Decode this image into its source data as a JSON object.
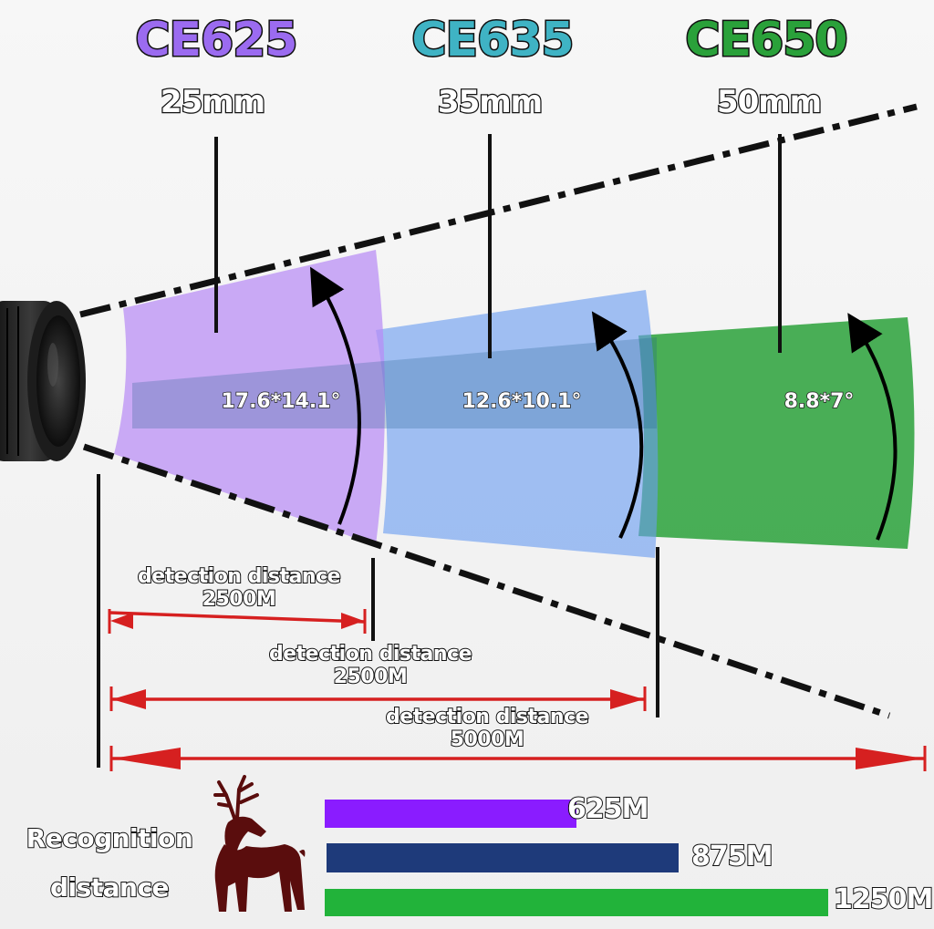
{
  "models": [
    {
      "name": "CE625",
      "focal": "25mm",
      "fov": "17.6*14.1°",
      "color": "#9b6bf0"
    },
    {
      "name": "CE635",
      "focal": "35mm",
      "fov": "12.6*10.1°",
      "color": "#3fb3c4"
    },
    {
      "name": "CE650",
      "focal": "50mm",
      "fov": "8.8*7°",
      "color": "#2aa13a"
    }
  ],
  "detection": [
    {
      "label": "detection distance",
      "value": "2500M"
    },
    {
      "label": "detection distance",
      "value": "2500M"
    },
    {
      "label": "detection distance",
      "value": "5000M"
    }
  ],
  "recognition": {
    "label_line1": "Recognition",
    "label_line2": "distance",
    "bars": [
      {
        "value": "625M",
        "meters": 625,
        "color": "#8a1cff"
      },
      {
        "value": "875M",
        "meters": 875,
        "color": "#1e3a7a"
      },
      {
        "value": "1250M",
        "meters": 1250,
        "color": "#22b33a"
      }
    ]
  },
  "icons": [
    "lens-icon",
    "deer-icon"
  ],
  "colors": {
    "arrow": "#d62020",
    "dashline": "#111111"
  }
}
